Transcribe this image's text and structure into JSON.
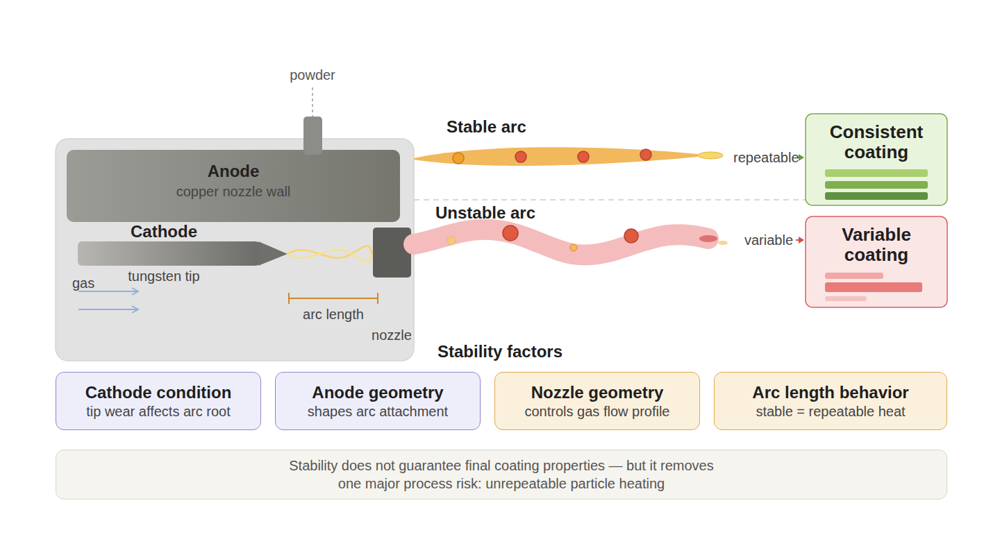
{
  "diagram": {
    "caption": "Stability does not guarantee final coating properties — but it removes one major process risk: unrepeatable particle heating",
    "nodes": [
      {
        "text": [
          "Anode",
          "copper nozzle wall"
        ]
      },
      {
        "text": [
          "Consistent coating"
        ]
      },
      {
        "text": [
          "Variable coating"
        ]
      },
      {
        "text": [
          "Cathode condition",
          "tip wear affects arc root"
        ]
      },
      {
        "text": [
          "Anode geometry",
          "shapes arc attachment"
        ]
      },
      {
        "text": [
          "Nozzle geometry",
          "controls gas flow profile"
        ]
      },
      {
        "text": [
          "Arc length behavior",
          "stable = repeatable heat"
        ]
      }
    ],
    "labels": [
      "powder",
      "Cathode",
      "tungsten tip",
      "gas",
      "arc length",
      "nozzle",
      "Stable arc",
      "Unstable arc",
      "repeatable",
      "variable",
      "Stability factors"
    ]
  }
}
